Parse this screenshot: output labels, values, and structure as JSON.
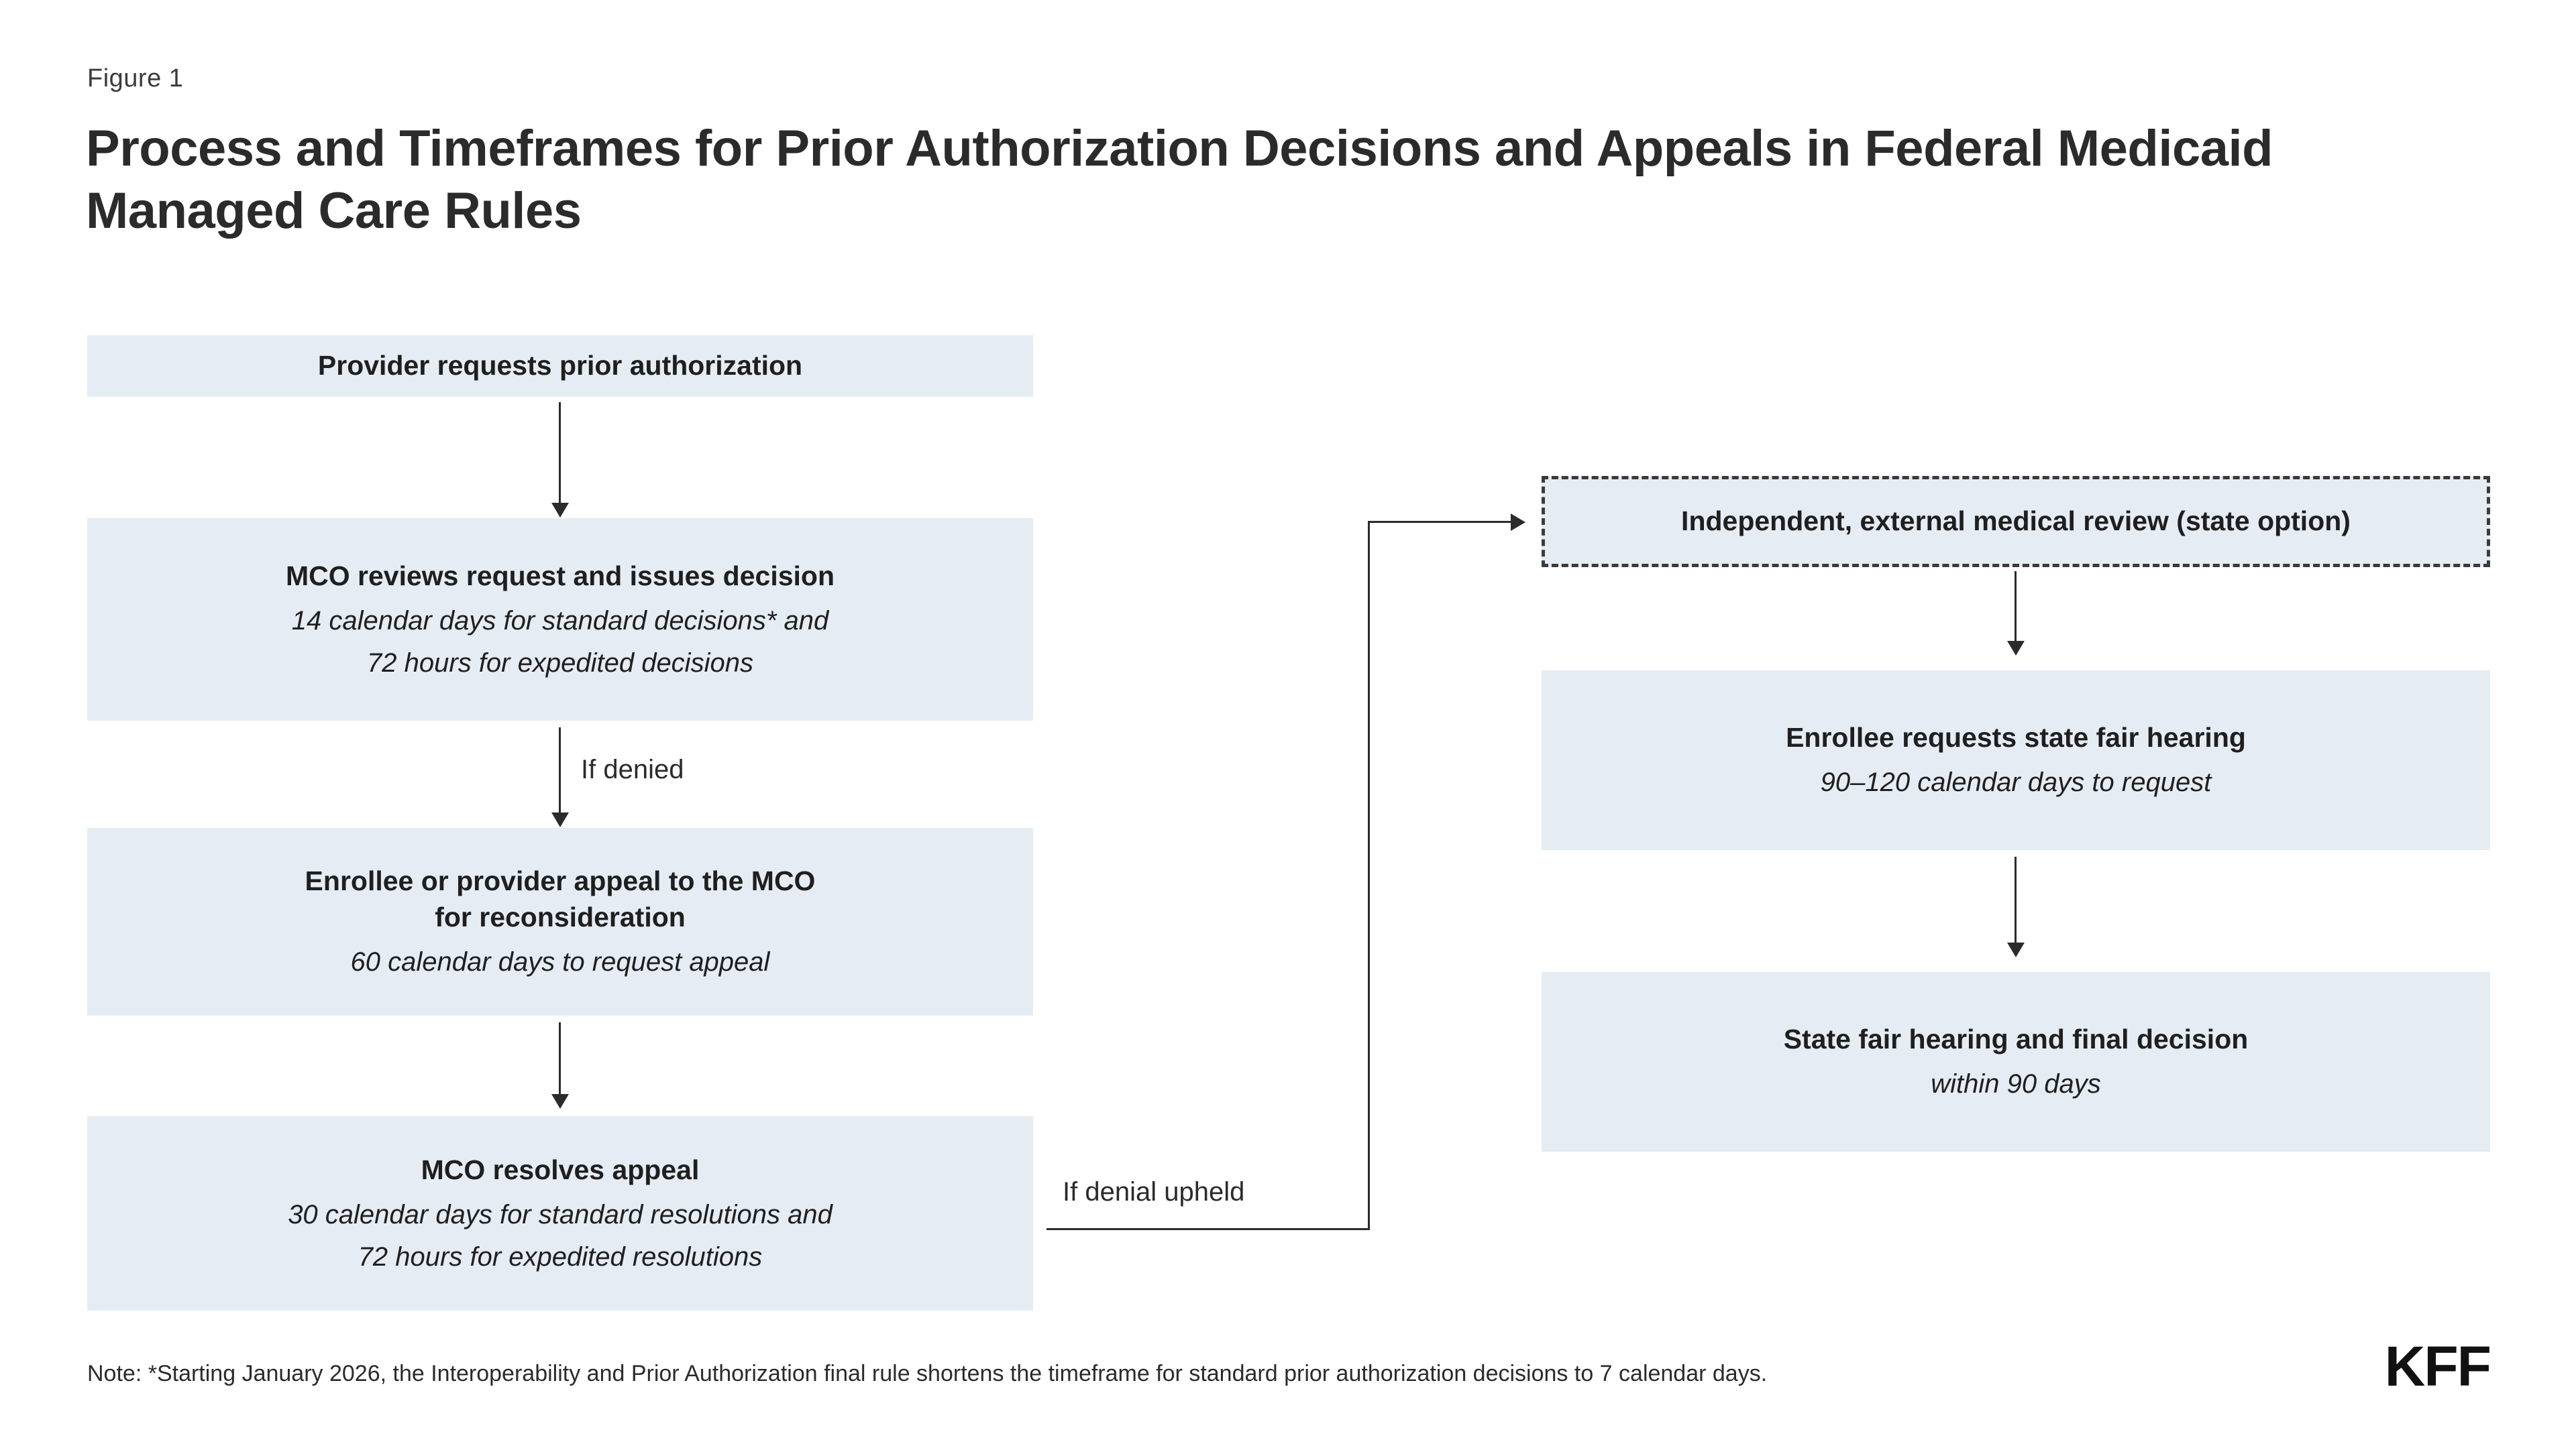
{
  "figure": {
    "label": "Figure  1",
    "title": "Process and Timeframes for Prior Authorization Decisions and Appeals in Federal Medicaid Managed Care Rules"
  },
  "colors": {
    "node_fill": "#e6ecf4",
    "node_text": "#1f1f1f",
    "connector": "#2b2b2b",
    "dashed_border": "#3a3a3a",
    "page_background": "#ffffff"
  },
  "flow": {
    "left_column": [
      {
        "id": "provider-request",
        "title": "Provider requests prior authorization",
        "subtitle_lines": []
      },
      {
        "id": "mco-review",
        "title": "MCO reviews request and issues decision",
        "subtitle_lines": [
          "14 calendar days for standard decisions* and",
          "72 hours for expedited decisions"
        ]
      },
      {
        "id": "mco-appeal",
        "title_lines": [
          "Enrollee or provider appeal to the MCO",
          "for reconsideration"
        ],
        "subtitle_lines": [
          "60 calendar days to request appeal"
        ]
      },
      {
        "id": "mco-resolves",
        "title": "MCO resolves appeal",
        "subtitle_lines": [
          "30 calendar days for standard resolutions and",
          "72 hours for expedited resolutions"
        ]
      }
    ],
    "right_column": [
      {
        "id": "external-review",
        "title": "Independent, external medical review (state option)",
        "style": "dashed",
        "subtitle_lines": []
      },
      {
        "id": "state-fair-hearing-request",
        "title": "Enrollee requests state fair hearing",
        "subtitle_lines": [
          "90–120 calendar days to request"
        ]
      },
      {
        "id": "state-fair-hearing-decision",
        "title": "State fair hearing and final decision",
        "subtitle_lines": [
          "within 90 days"
        ]
      }
    ],
    "edge_labels": {
      "if_denied": "If denied",
      "if_denial_upheld": "If denial upheld"
    }
  },
  "footer": {
    "note": "Note: *Starting January 2026, the Interoperability and Prior Authorization final rule shortens the timeframe for standard prior authorization decisions to 7 calendar days.",
    "logo": "KFF"
  }
}
